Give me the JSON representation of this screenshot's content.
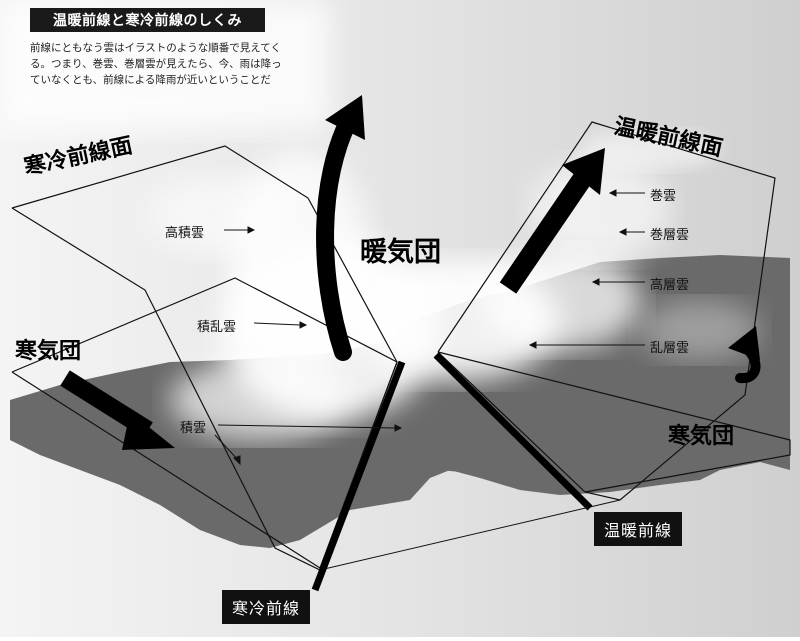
{
  "title": "温暖前線と寒冷前線のしくみ",
  "description": {
    "line1": "前線にともなう雲はイラストのような順番で見えてく",
    "line2": "る。つまり、巻雲、巻層雲が見えたら、今、雨は降っ",
    "line3": "ていなくとも、前線による降雨が近いということだ"
  },
  "labels": {
    "cold_front_surface": "寒冷前線面",
    "warm_front_surface": "温暖前線面",
    "warm_air_mass": "暖気団",
    "cold_air_mass_left": "寒気団",
    "cold_air_mass_right": "寒気団",
    "cold_front": "寒冷前線",
    "warm_front": "温暖前線"
  },
  "clouds": {
    "altocumulus": "高積雲",
    "cumulonimbus": "積乱雲",
    "cumulus": "積雲",
    "cirrus": "巻雲",
    "cirrostratus": "巻層雲",
    "altostratus": "高層雲",
    "nimbostratus": "乱層雲"
  },
  "colors": {
    "land": "#6e6e6e",
    "sky": "#d6d6d6",
    "cloud": "#ffffff",
    "front_line": "#000000"
  }
}
